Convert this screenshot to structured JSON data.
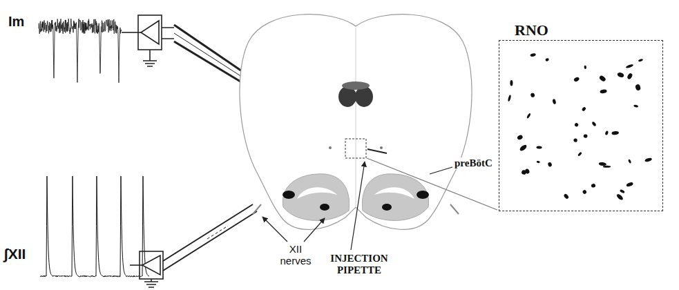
{
  "diagram": {
    "nodes": [
      {
        "text": [
          "RNO"
        ]
      }
    ],
    "labels": [
      "Im",
      "∫XII",
      "preBötC",
      "XII nerves",
      "INJECTION PIPETTE"
    ]
  }
}
